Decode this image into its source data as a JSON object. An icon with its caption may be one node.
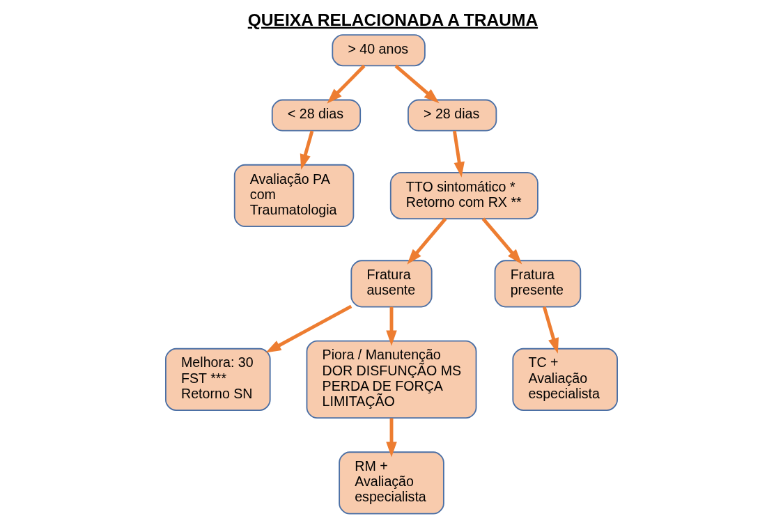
{
  "diagram": {
    "title": "QUEIXA RELACIONADA A TRAUMA",
    "nodes": [
      {
        "text": [
          "> 40 anos"
        ]
      },
      {
        "text": [
          "< 28 dias"
        ]
      },
      {
        "text": [
          "> 28 dias"
        ]
      },
      {
        "text": [
          "Avaliação PA com Traumatologia"
        ]
      },
      {
        "text": [
          "TTO sintomático * Retorno com RX **"
        ]
      },
      {
        "text": [
          "Fratura ausente"
        ]
      },
      {
        "text": [
          "Fratura presente"
        ]
      },
      {
        "text": [
          "Melhora: 30 FST *** Retorno SN"
        ]
      },
      {
        "text": [
          "Piora / Manutenção DOR DISFUNÇÃO MS PERDA DE FORÇA LIMITAÇÃO"
        ]
      },
      {
        "text": [
          "TC + Avaliação especialista"
        ]
      },
      {
        "text": [
          "RM + Avaliação especialista"
        ]
      }
    ],
    "edges": [
      {
        "from": 0,
        "to": 1,
        "arrow": "to"
      },
      {
        "from": 0,
        "to": 2,
        "arrow": "to"
      },
      {
        "from": 1,
        "to": 3,
        "arrow": "to"
      },
      {
        "from": 2,
        "to": 4,
        "arrow": "to"
      },
      {
        "from": 4,
        "to": 5,
        "arrow": "to"
      },
      {
        "from": 4,
        "to": 6,
        "arrow": "to"
      },
      {
        "from": 5,
        "to": 7,
        "arrow": "to"
      },
      {
        "from": 5,
        "to": 8,
        "arrow": "to"
      },
      {
        "from": 6,
        "to": 9,
        "arrow": "to"
      },
      {
        "from": 8,
        "to": 10,
        "arrow": "to"
      }
    ]
  }
}
